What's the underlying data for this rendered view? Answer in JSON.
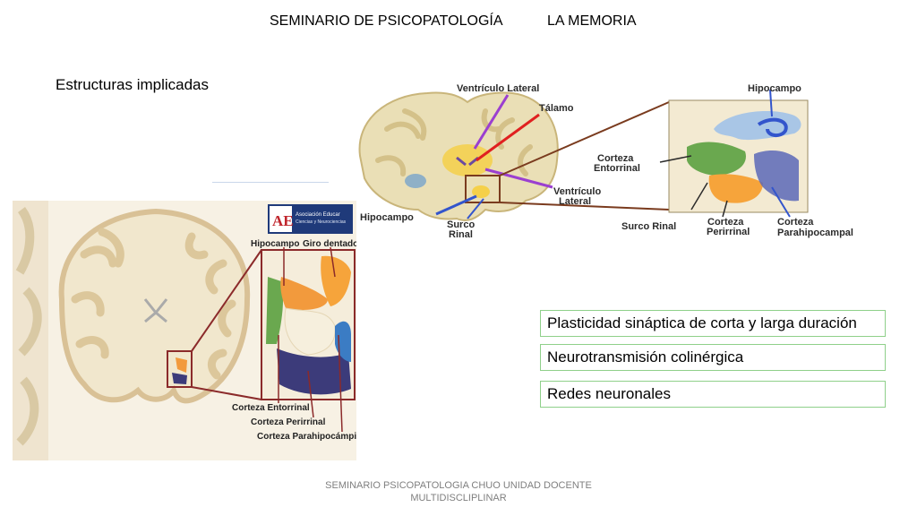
{
  "header": {
    "seminar_title": "SEMINARIO DE PSICOPATOLOGÍA",
    "topic": "LA MEMORIA"
  },
  "subtitle": "Estructuras implicadas",
  "top_figure": {
    "labels": {
      "ventriculo_lateral_top": "Ventrículo Lateral",
      "talamo": "Tálamo",
      "hipocampo_right": "Hipocampo",
      "corteza_entorrinal_1": "Corteza",
      "corteza_entorrinal_2": "Entorrinal",
      "ventriculo_lateral_mid_1": "Ventrículo",
      "ventriculo_lateral_mid_2": "Lateral",
      "hipocampo_left": "Hipocampo",
      "surco_rinal_left_1": "Surco",
      "surco_rinal_left_2": "Rinal",
      "surco_rinal_right": "Surco Rinal",
      "corteza_perirrinal_1": "Corteza",
      "corteza_perirrinal_2": "Perirrinal",
      "corteza_parahipocampal_1": "Corteza",
      "corteza_parahipocampal_2": "Parahipocampal"
    }
  },
  "bottom_figure": {
    "logo": {
      "initials": "AE",
      "line1": "Asociación Educar",
      "line2": "Ciencias y Neurociencias"
    },
    "labels": {
      "hipocampo": "Hipocampo",
      "giro_dentado": "Giro dentado",
      "corteza_entorrinal": "Corteza Entorrinal",
      "corteza_perirrinal": "Corteza Perirrinal",
      "corteza_parahipocampica": "Corteza Parahipocámpica"
    }
  },
  "boxes": [
    "Plasticidad sináptica de corta y larga duración",
    "Neurotransmisión colinérgica",
    "Redes neuronales"
  ],
  "footer": {
    "line1": "SEMINARIO PSICOPATOLOGIA CHUO UNIDAD DOCENTE",
    "line2": "MULTIDISCLIPLINAR"
  },
  "colors": {
    "box_border": "#8fd08a",
    "hippocampus": "#f29a3d",
    "entorhinal": "#6aa84f",
    "perirhinal": "#f6a43b",
    "parahippocampal": "#3c3b7a",
    "lateral_ventricle": "#9b3fd0",
    "thalamus_line": "#e02020"
  }
}
